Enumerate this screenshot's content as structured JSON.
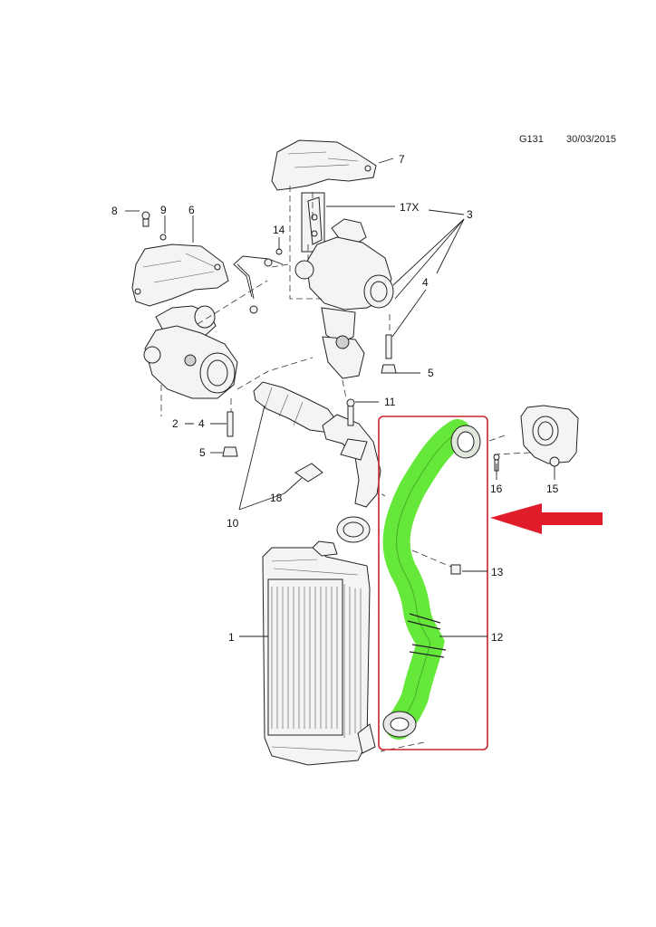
{
  "header": {
    "code": "G131",
    "date": "30/03/2015"
  },
  "callouts": {
    "c1": "1",
    "c2": "2",
    "c3": "3",
    "c4a": "4",
    "c4b": "4",
    "c5a": "5",
    "c5b": "5",
    "c6": "6",
    "c7": "7",
    "c8": "8",
    "c9": "9",
    "c10": "10",
    "c11": "11",
    "c12": "12",
    "c13": "13",
    "c14": "14",
    "c15": "15",
    "c16": "16",
    "c17": "17X",
    "c18": "18"
  },
  "colors": {
    "highlight_hose": "#66e83a",
    "highlight_box": "#cc2233",
    "arrow": "#e01c2a",
    "line": "#222222"
  }
}
